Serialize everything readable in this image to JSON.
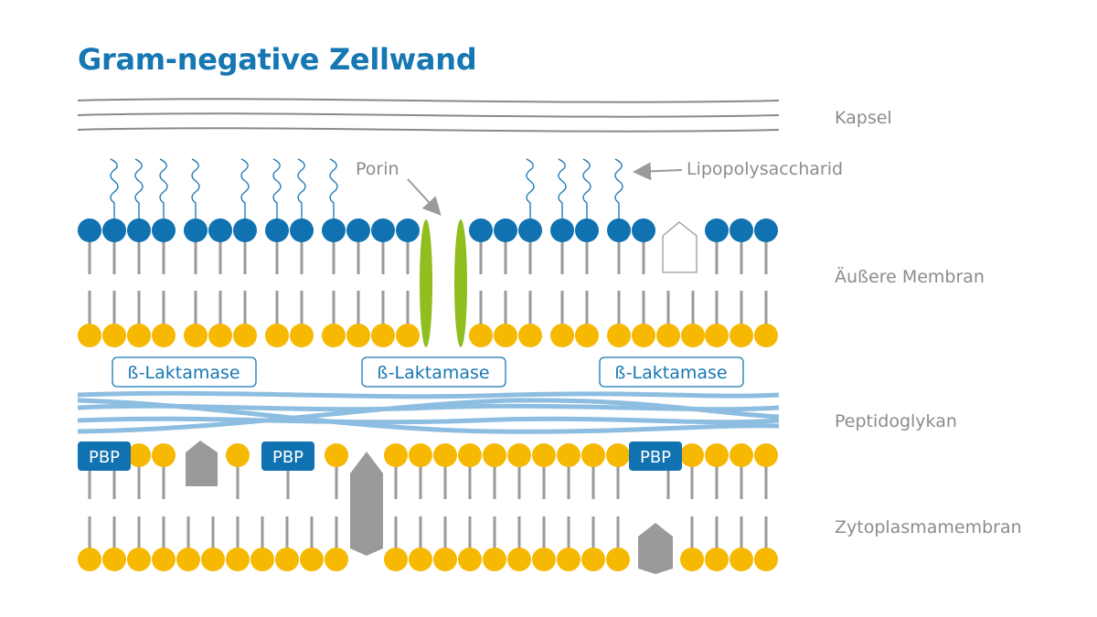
{
  "title": "Gram-negative Zellwand",
  "layers": {
    "capsule": "Kapsel",
    "outer_membrane": "Äußere Membran",
    "peptidoglycan": "Peptidoglykan",
    "cytoplasmic_membrane": "Zytoplasmamembran"
  },
  "callouts": {
    "porin": "Porin",
    "lps": "Lipopolysaccharid"
  },
  "enzymes": [
    "ß-Laktamase",
    "ß-Laktamase",
    "ß-Laktamase"
  ],
  "pbp": [
    "PBP",
    "PBP",
    "PBP"
  ],
  "colors": {
    "title": "#1677b3",
    "head_blue": "#1072b0",
    "head_yellow": "#f6b800",
    "tail": "#9a9a9a",
    "porin": "#8fbe1e",
    "peptidoglycan": "#8dbde0",
    "protein": "#9a9a98",
    "label": "#8c8c8c"
  }
}
